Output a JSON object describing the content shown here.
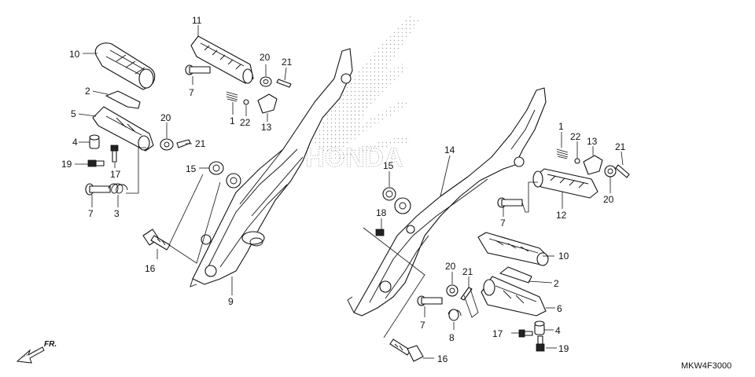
{
  "diagram_code": "MKW4F3000",
  "direction_label": "FR.",
  "watermark_brand": "HONDA",
  "left_callouts": [
    {
      "id": "c10",
      "label": "10"
    },
    {
      "id": "c2",
      "label": "2"
    },
    {
      "id": "c5",
      "label": "5"
    },
    {
      "id": "c4",
      "label": "4"
    },
    {
      "id": "c19",
      "label": "19"
    },
    {
      "id": "c17",
      "label": "17"
    },
    {
      "id": "c7",
      "label": "7"
    },
    {
      "id": "c3",
      "label": "3"
    },
    {
      "id": "c20",
      "label": "20"
    },
    {
      "id": "c21",
      "label": "21"
    },
    {
      "id": "c15",
      "label": "15"
    },
    {
      "id": "c16",
      "label": "16"
    },
    {
      "id": "c9",
      "label": "9"
    },
    {
      "id": "c11",
      "label": "11"
    },
    {
      "id": "c7b",
      "label": "7"
    },
    {
      "id": "c20b",
      "label": "20"
    },
    {
      "id": "c21b",
      "label": "21"
    },
    {
      "id": "c1",
      "label": "1"
    },
    {
      "id": "c22",
      "label": "22"
    },
    {
      "id": "c13",
      "label": "13"
    }
  ],
  "right_callouts": [
    {
      "id": "r14",
      "label": "14"
    },
    {
      "id": "r15",
      "label": "15"
    },
    {
      "id": "r18",
      "label": "18"
    },
    {
      "id": "r1",
      "label": "1"
    },
    {
      "id": "r22",
      "label": "22"
    },
    {
      "id": "r13",
      "label": "13"
    },
    {
      "id": "r21",
      "label": "21"
    },
    {
      "id": "r20",
      "label": "20"
    },
    {
      "id": "r7",
      "label": "7"
    },
    {
      "id": "r12",
      "label": "12"
    },
    {
      "id": "r10",
      "label": "10"
    },
    {
      "id": "r2",
      "label": "2"
    },
    {
      "id": "r20b",
      "label": "20"
    },
    {
      "id": "r21b",
      "label": "21"
    },
    {
      "id": "r6",
      "label": "6"
    },
    {
      "id": "r7b",
      "label": "7"
    },
    {
      "id": "r8",
      "label": "8"
    },
    {
      "id": "r17",
      "label": "17"
    },
    {
      "id": "r4",
      "label": "4"
    },
    {
      "id": "r19",
      "label": "19"
    },
    {
      "id": "r16",
      "label": "16"
    }
  ]
}
